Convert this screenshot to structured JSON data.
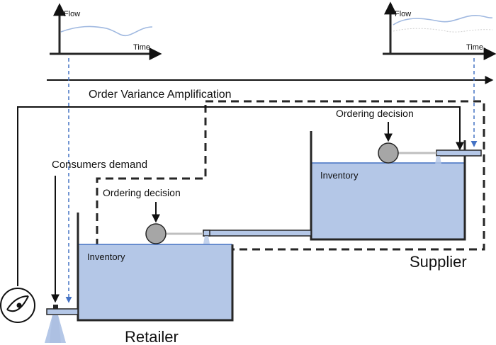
{
  "labels": {
    "title": "Order Variance Amplification",
    "consumers_demand": "Consumers demand",
    "ordering_decision_retailer": "Ordering decision",
    "ordering_decision_supplier": "Ordering decision",
    "inventory_retailer": "Inventory",
    "inventory_supplier": "Inventory",
    "retailer": "Retailer",
    "supplier": "Supplier"
  },
  "left_graph": {
    "y_label": "Flow",
    "x_label": "Time"
  },
  "right_graph": {
    "y_label": "Flow",
    "x_label": "Time"
  },
  "icons": {
    "eye": "eye-in-circle-icon",
    "sprinkler": "sprinkler-spray-icon",
    "valve_retailer": "valve-knob-icon",
    "valve_supplier": "valve-knob-icon"
  },
  "colors": {
    "water": "#b4c7e7",
    "water_line": "#4472c4",
    "pipe": "#b4c7e7",
    "outline": "#262626",
    "dashed_box": "#262626",
    "guide_arrow": "#4472c4",
    "flow_line": "#9fb8e0",
    "valve": "#a6a6a6",
    "connector": "#bfbfbf"
  }
}
